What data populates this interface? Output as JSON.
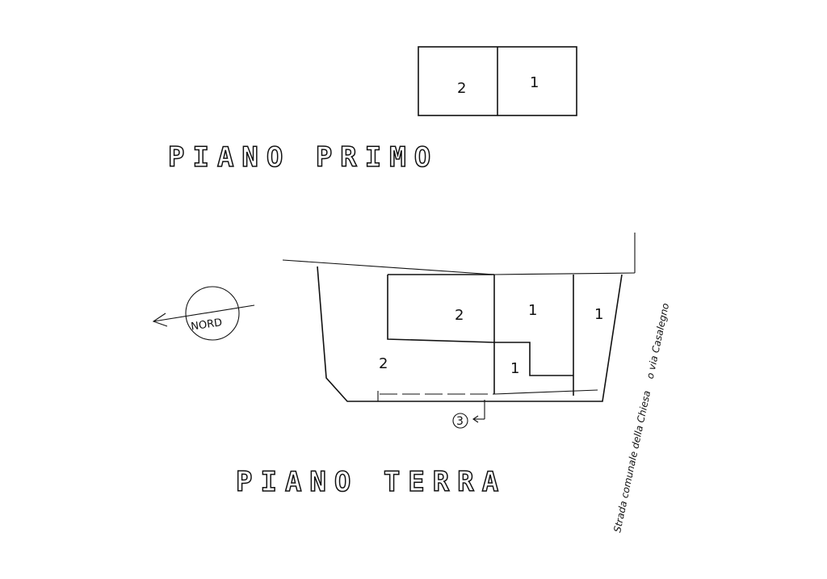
{
  "piano_primo": {
    "title": "PIANO PRIMO",
    "units": [
      "2",
      "1"
    ]
  },
  "piano_terra": {
    "title": "PIANO TERRA",
    "units": [
      "2",
      "1",
      "1",
      "2",
      "1"
    ]
  },
  "north_arrow": {
    "label": "NORD"
  },
  "road_label": {
    "text": "Strada comunale della Chiesa    o via Casalegno"
  },
  "view_marker": {
    "label": "3"
  }
}
